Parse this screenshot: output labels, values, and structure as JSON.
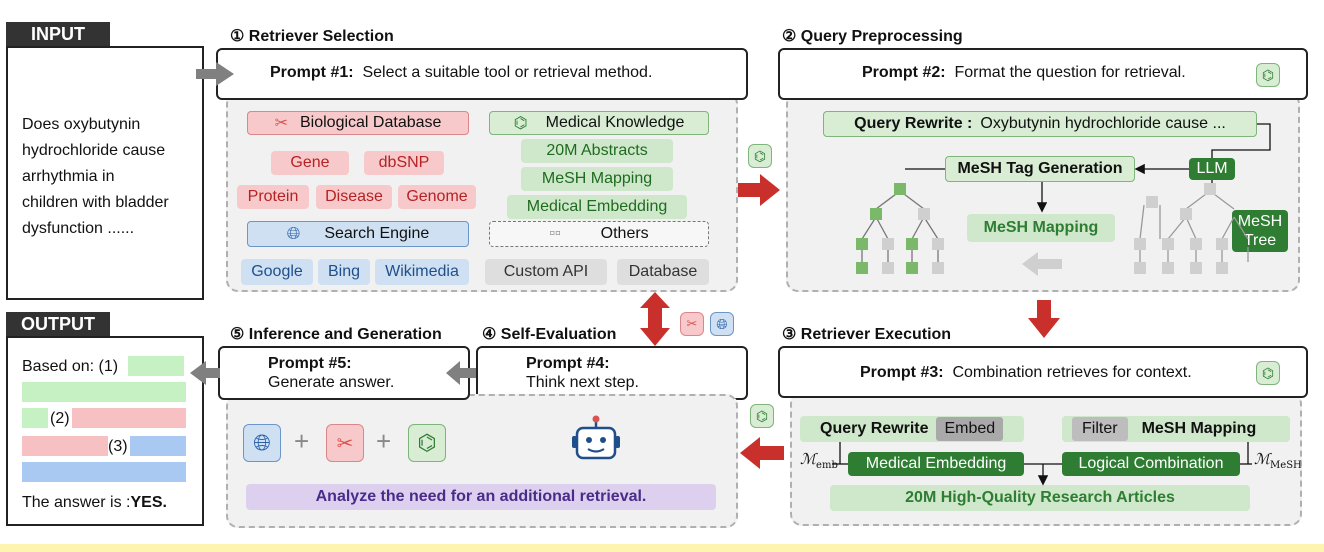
{
  "input": {
    "header": "INPUT",
    "question": [
      "Does oxybutynin",
      "hydrochloride cause",
      "arrhythmia in",
      "children with bladder",
      "dysfunction ......"
    ]
  },
  "output": {
    "header": "OUTPUT",
    "based_on": "Based on: (1)",
    "ref2": "(2)",
    "ref3": "(3)",
    "answer_prefix": "The answer is :",
    "answer": "YES."
  },
  "step1": {
    "title": "① Retriever Selection",
    "prompt_label": "Prompt #1:",
    "prompt_text": "Select a suitable tool or retrieval method.",
    "bio_db": "Biological Database",
    "gene": "Gene",
    "dbsnp": "dbSNP",
    "protein": "Protein",
    "disease": "Disease",
    "genome": "Genome",
    "search_engine": "Search Engine",
    "google": "Google",
    "bing": "Bing",
    "wikimedia": "Wikimedia",
    "med_knowledge": "Medical Knowledge",
    "abstracts": "20M Abstracts",
    "mesh_mapping": "MeSH Mapping",
    "med_embedding": "Medical Embedding",
    "others": "Others",
    "custom_api": "Custom API",
    "database": "Database"
  },
  "step2": {
    "title": "② Query Preprocessing",
    "prompt_label": "Prompt #2:",
    "prompt_text": "Format the question for retrieval.",
    "query_rewrite_label": "Query Rewrite :",
    "query_rewrite_text": "Oxybutynin hydrochloride cause ...",
    "mesh_tag": "MeSH Tag Generation",
    "llm": "LLM",
    "mesh_mapping": "MeSH Mapping",
    "mesh_tree": [
      "MeSH",
      "Tree"
    ]
  },
  "step3": {
    "title": "③ Retriever Execution",
    "prompt_label": "Prompt #3:",
    "prompt_text": "Combination retrieves for context.",
    "query_rewrite": "Query Rewrite",
    "embed": "Embed",
    "filter": "Filter",
    "mesh_mapping": "MeSH Mapping",
    "med_embedding": "Medical Embedding",
    "logical": "Logical Combination",
    "m_emb": "ℳ",
    "m_emb_sub": "emb",
    "m_mesh": "ℳ",
    "m_mesh_sub": "MeSH",
    "articles": "20M High-Quality Research Articles"
  },
  "step4": {
    "title": "④ Self-Evaluation",
    "prompt_label": "Prompt #4:",
    "prompt_text": "Think next step."
  },
  "step5": {
    "title": "⑤ Inference and Generation",
    "prompt_label": "Prompt #5:",
    "prompt_text": "Generate answer.",
    "analyze": "Analyze the need for an additional retrieval."
  },
  "colors": {
    "red": "#c9302c",
    "green": "#2e7d32",
    "blue": "#2a62a8",
    "gray_arrow": "#808080"
  }
}
